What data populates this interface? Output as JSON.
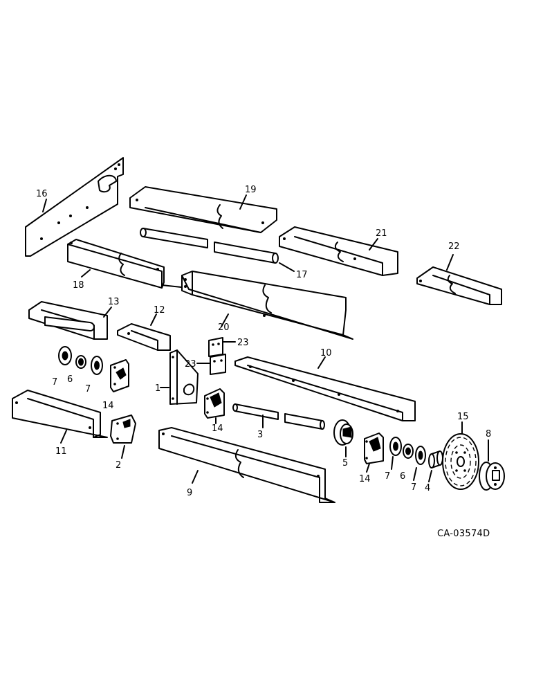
{
  "figure_code": "CA-03574D",
  "callouts": {
    "c1": "1",
    "c2": "2",
    "c3": "3",
    "c4": "4",
    "c5": "5",
    "c6a": "6",
    "c6b": "6",
    "c7a": "7",
    "c7b": "7",
    "c7c": "7",
    "c7d": "7",
    "c8": "8",
    "c9": "9",
    "c10": "10",
    "c11": "11",
    "c12": "12",
    "c13": "13",
    "c14a": "14",
    "c14b": "14",
    "c14c": "14",
    "c15": "15",
    "c16": "16",
    "c17": "17",
    "c18": "18",
    "c19": "19",
    "c20": "20",
    "c21": "21",
    "c22": "22",
    "c23a": "23",
    "c23b": "23"
  }
}
